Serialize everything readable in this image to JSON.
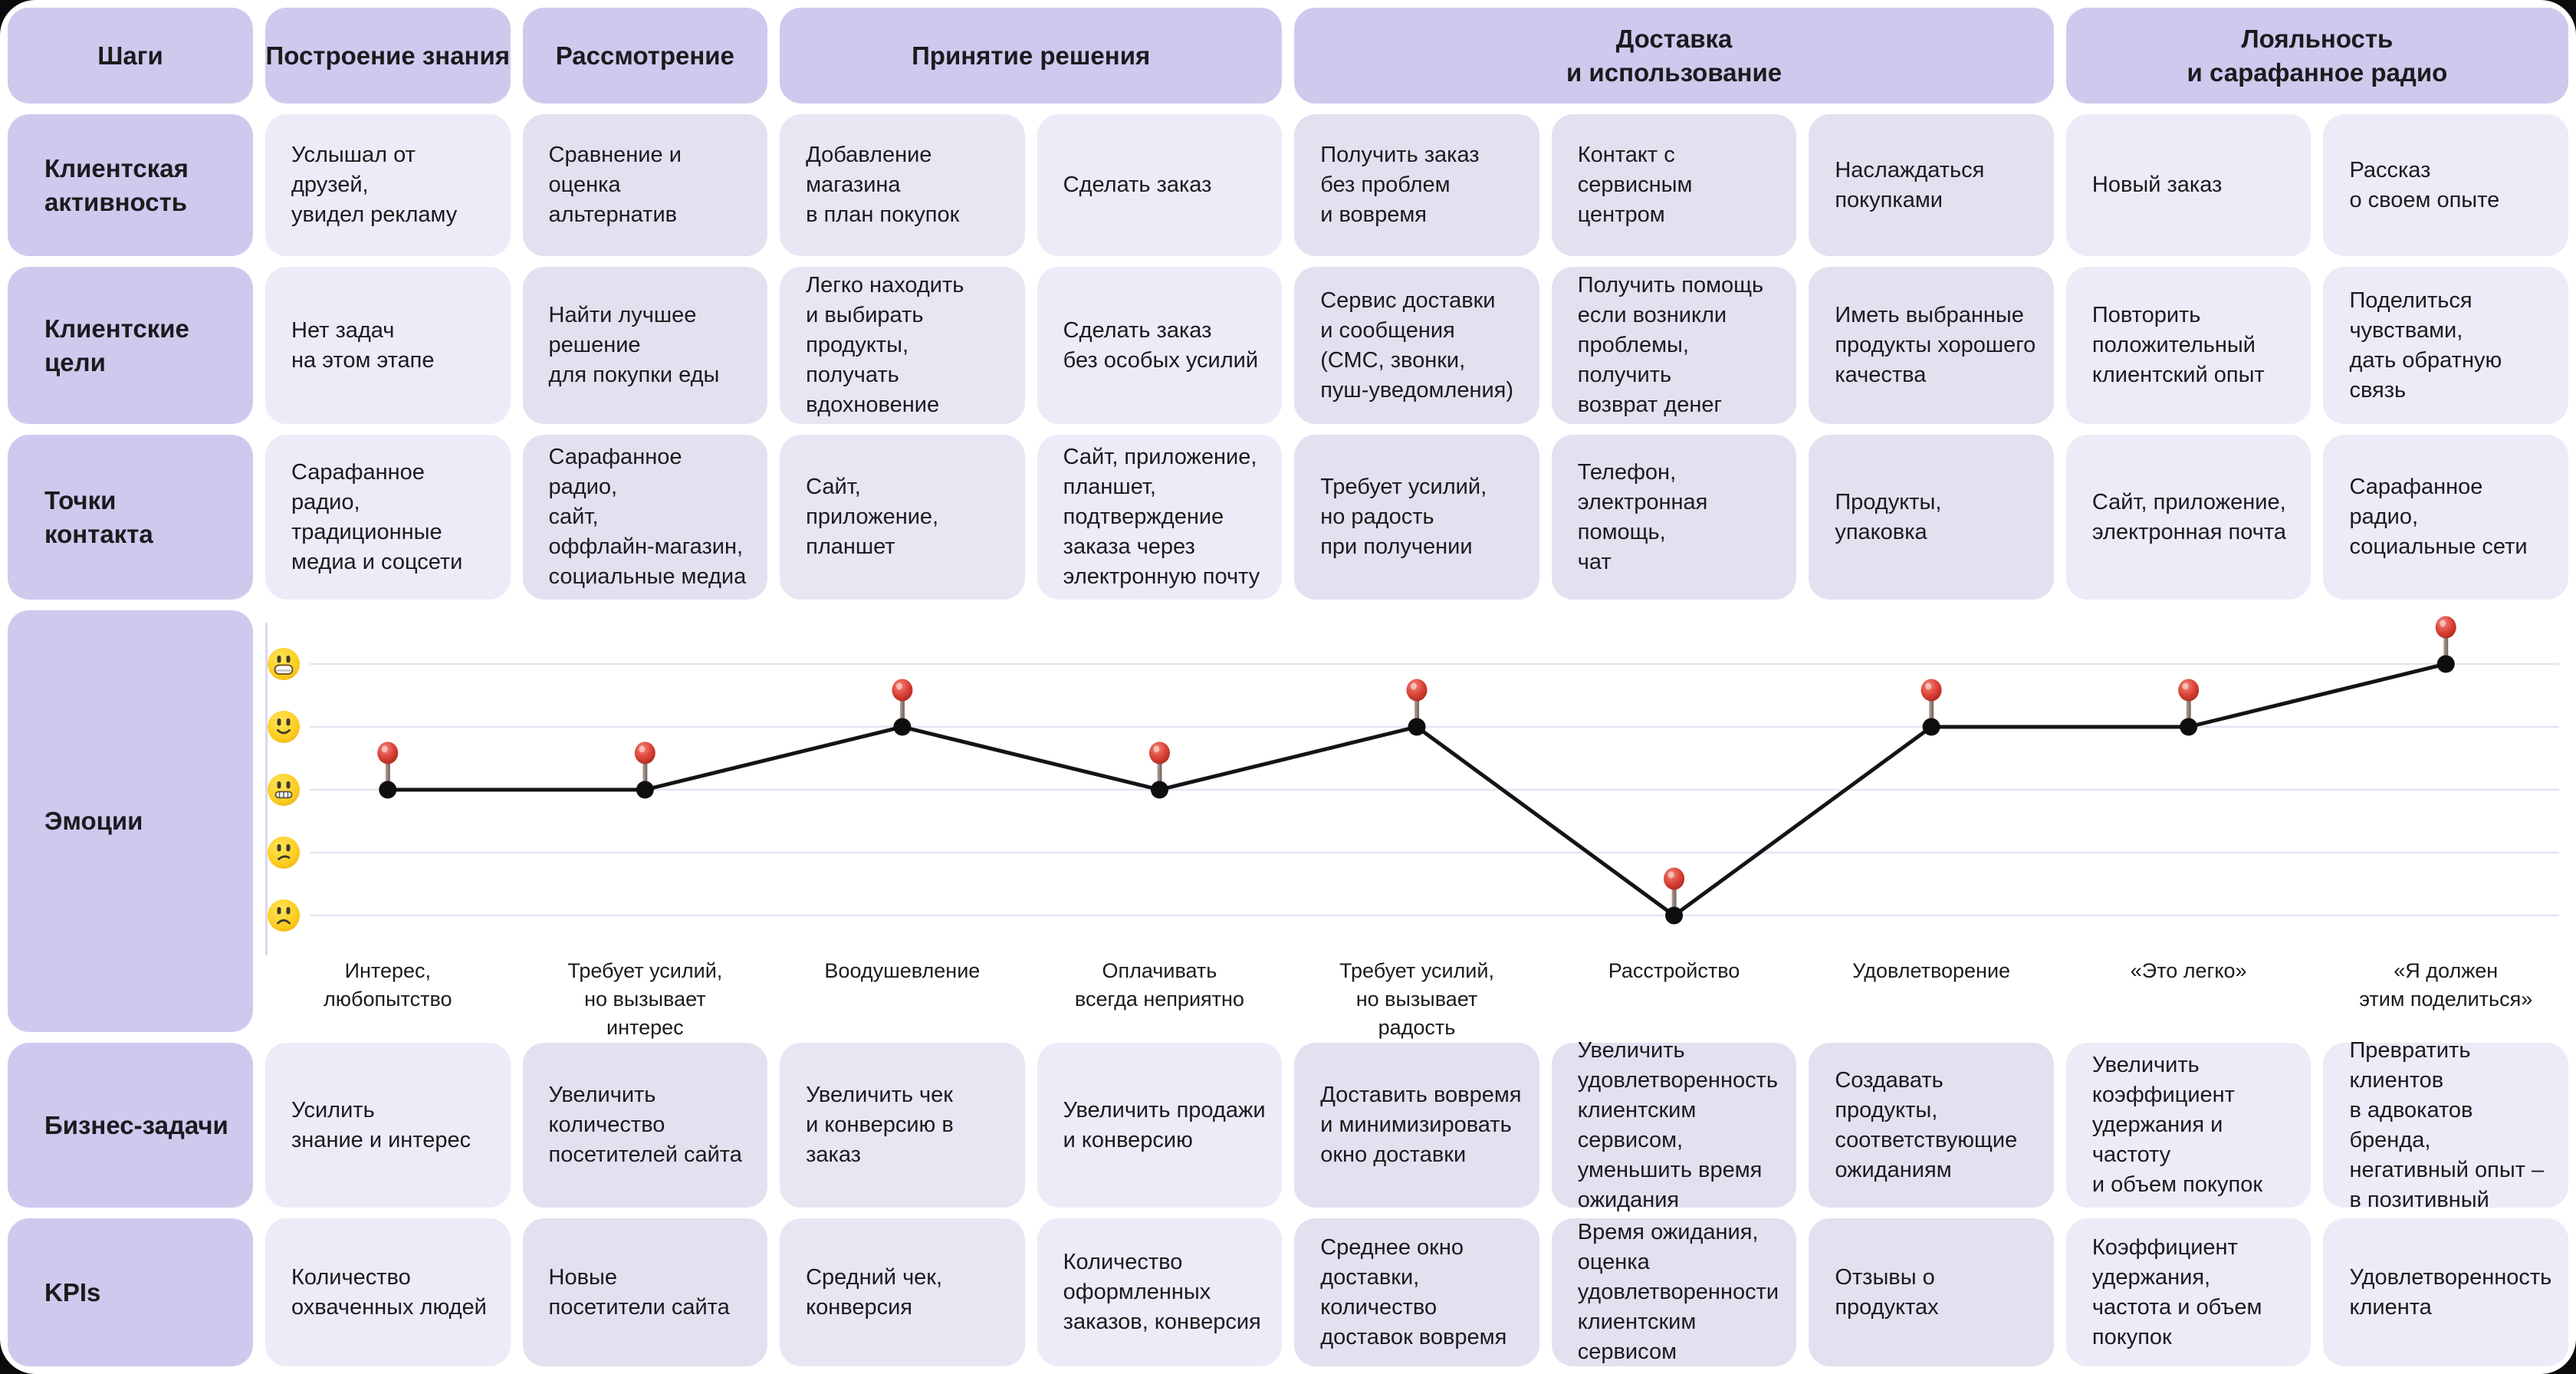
{
  "colors": {
    "header_bg": "#d0c9ee",
    "cell_light": "#edebf7",
    "cell_medium": "#e8e6f3",
    "cell_dark": "#e3e1ef",
    "gridline": "#e6e4f2",
    "curve": "#141414",
    "pin_red": "#d93a2f",
    "pin_stick": "#8a7b74",
    "text": "#1b1b1e",
    "canvas_bg": "#ffffff"
  },
  "header": {
    "steps_label": "Шаги",
    "stages": [
      {
        "label": "Построение знания",
        "span": 1
      },
      {
        "label": "Рассмотрение",
        "span": 1
      },
      {
        "label": "Принятие решения",
        "span": 2
      },
      {
        "label": "Доставка\nи использование",
        "span": 3
      },
      {
        "label": "Лояльность\nи сарафанное радио",
        "span": 2
      }
    ]
  },
  "columns_tone": [
    "light",
    "dark",
    "medium",
    "light",
    "dark",
    "dark",
    "dark",
    "light",
    "light"
  ],
  "rows": [
    {
      "id": "client-activity",
      "label": "Клиентская\nактивность",
      "cells": [
        "Услышал от друзей,\nувидел рекламу",
        "Сравнение и оценка\nальтернатив",
        "Добавление магазина\nв план покупок",
        "Сделать заказ",
        "Получить заказ\nбез проблем\nи вовремя",
        "Контакт с сервисным\nцентром",
        "Наслаждаться\nпокупками",
        "Новый заказ",
        "Рассказ\nо своем опыте"
      ]
    },
    {
      "id": "client-goals",
      "label": "Клиентские\nцели",
      "cells": [
        "Нет задач\nна этом этапе",
        "Найти лучшее\nрешение\nдля покупки еды",
        "Легко находить\nи выбирать продукты,\nполучать\nвдохновение",
        "Сделать заказ\nбез особых усилий",
        "Сервис доставки\nи сообщения\n(СМС, звонки,\nпуш-уведомления)",
        "Получить помощь\nесли возникли\nпроблемы, получить\nвозврат денег",
        "Иметь выбранные\nпродукты хорошего\nкачества",
        "Повторить\nположительный\nклиентский опыт",
        "Поделиться\nчувствами,\nдать обратную связь"
      ]
    },
    {
      "id": "touchpoints",
      "label": "Точки контакта",
      "cells": [
        "Сарафанное радио,\nтрадиционные\nмедиа и соцсети",
        "Сарафанное радио,\nсайт,\nоффлайн-магазин,\nсоциальные медиа",
        "Сайт,\nприложение,\nпланшет",
        "Сайт, приложение,\nпланшет,\nподтверждение\nзаказа через\nэлектронную почту",
        "Требует усилий,\nно радость\nпри получении",
        "Телефон,\nэлектронная помощь,\nчат",
        "Продукты, упаковка",
        "Сайт, приложение,\nэлектронная почта",
        "Сарафанное радио,\nсоциальные сети"
      ]
    },
    {
      "id": "business-tasks",
      "label": "Бизнес-задачи",
      "cells": [
        "Усилить\nзнание и интерес",
        "Увеличить\nколичество\nпосетителей сайта",
        "Увеличить чек\nи конверсию в заказ",
        "Увеличить продажи\nи конверсию",
        "Доставить вовремя\nи минимизировать\nокно доставки",
        "Увеличить\nудовлетворенность\nклиентским сервисом,\nуменьшить время\nожидания",
        "Создавать продукты,\nсоответствующие\nожиданиям",
        "Увеличить\nкоэффициент\nудержания и частоту\nи объем покупок",
        "Превратить клиентов\nв адвокатов бренда,\nнегативный опыт –\nв позитивный"
      ]
    },
    {
      "id": "kpis",
      "label": "KPIs",
      "cells": [
        "Количество\nохваченных людей",
        "Новые\nпосетители сайта",
        "Средний чек,\nконверсия",
        "Количество\nоформленных\nзаказов, конверсия",
        "Среднее окно\nдоставки, количество\nдоставок вовремя",
        "Время ожидания,\nоценка\nудовлетворенности\nклиентским сервисом",
        "Отзывы о продуктах",
        "Коэффициент\nудержания,\nчастота и объем\nпокупок",
        "Удовлетворенность\nклиента"
      ]
    }
  ],
  "emotions": {
    "label": "Эмоции",
    "scale_faces_top_to_bottom": [
      "grinning-face",
      "slightly-smiling-face",
      "grimacing-face",
      "confused-face",
      "frowning-face"
    ],
    "point_labels": [
      "Интерес,\nлюбопытство",
      "Требует усилий,\nно вызывает\nинтерес",
      "Воодушевление",
      "Оплачивать\nвсегда неприятно",
      "Требует усилий,\nно вызывает\nрадость",
      "Расстройство",
      "Удовлетворение",
      "«Это легко»",
      "«Я должен\nэтим поделиться»"
    ]
  },
  "chart_data": {
    "type": "line",
    "title": "Эмоции",
    "x_categories": [
      "Интерес, любопытство",
      "Требует усилий, но вызывает интерес",
      "Воодушевление",
      "Оплачивать всегда неприятно",
      "Требует усилий, но вызывает радость",
      "Расстройство",
      "Удовлетворение",
      "«Это легко»",
      "«Я должен этим поделиться»"
    ],
    "y_scale_top_to_bottom": [
      "grinning",
      "slightly-smiling",
      "grimacing",
      "confused",
      "frowning"
    ],
    "values_level_1_top_5_bottom": [
      3,
      3,
      2,
      3,
      2,
      5,
      2,
      2,
      1
    ],
    "marker": "red-pin",
    "grid": true,
    "legend": false
  }
}
